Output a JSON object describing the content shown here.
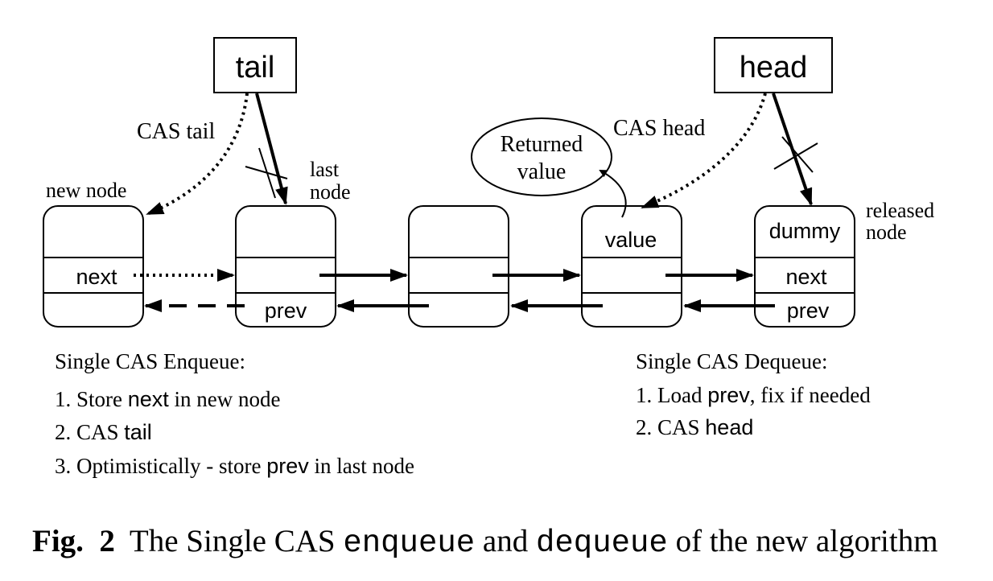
{
  "pointers": {
    "tail": "tail",
    "head": "head"
  },
  "labels": {
    "cas_tail": "CAS tail",
    "cas_head": "CAS head",
    "new_node": "new node",
    "last_node_1": "last",
    "last_node_2": "node",
    "released_node_1": "released",
    "released_node_2": "node",
    "returned_value_1": "Returned",
    "returned_value_2": "value"
  },
  "nodes": {
    "new_node_next": "next",
    "last_node_prev": "prev",
    "value_node_value": "value",
    "dummy_node_dummy": "dummy",
    "dummy_node_next": "next",
    "dummy_node_prev": "prev"
  },
  "enqueue": {
    "title": "Single CAS Enqueue:",
    "step1_pre": "1. Store ",
    "step1_code": "next",
    "step1_post": " in new node",
    "step2_pre": "2. CAS ",
    "step2_code": "tail",
    "step3_pre": "3. Optimistically - store ",
    "step3_code": "prev",
    "step3_post": " in last node"
  },
  "dequeue": {
    "title": "Single CAS Dequeue:",
    "step1_pre": "1. Load ",
    "step1_code": "prev",
    "step1_post": ", fix if needed",
    "step2_pre": "2. CAS ",
    "step2_code": "head"
  },
  "caption": {
    "fig": "Fig.  2",
    "text1": "The Single CAS ",
    "code1": "enqueue",
    "text2": " and ",
    "code2": "dequeue",
    "text3": " of the new algorithm"
  }
}
